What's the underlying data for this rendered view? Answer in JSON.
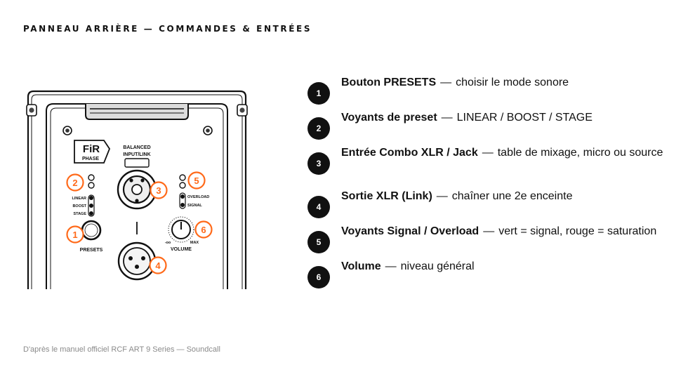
{
  "title": "PANNEAU ARRIÈRE — COMMANDES & ENTRÉES",
  "colors": {
    "accent": "#ff6a1a",
    "ink": "#111111",
    "muted": "#8a8a8a"
  },
  "panel": {
    "logo_top": "FiR",
    "logo_bottom": "PHASE",
    "input_label_1": "BALANCED",
    "input_label_2": "INPUT/LINK",
    "preset_leds": [
      "LINEAR",
      "BOOST",
      "STAGE"
    ],
    "presets_label": "PRESETS",
    "status_leds": [
      "OVERLOAD",
      "SIGNAL"
    ],
    "volume_label": "VOLUME",
    "volume_min": "-oo",
    "volume_max": "MAX"
  },
  "callouts": [
    "1",
    "2",
    "3",
    "4",
    "5",
    "6"
  ],
  "legend": [
    {
      "num": "1",
      "title": "Bouton PRESETS",
      "sep": "—",
      "desc": "choisir le mode sonore"
    },
    {
      "num": "2",
      "title": "Voyants de preset",
      "sep": "—",
      "desc": "LINEAR / BOOST / STAGE"
    },
    {
      "num": "3",
      "title": "Entrée Combo XLR / Jack",
      "sep": "—",
      "desc": "table de mixage, micro ou source"
    },
    {
      "num": "4",
      "title": "Sortie XLR (Link)",
      "sep": "—",
      "desc": "chaîner une 2e enceinte"
    },
    {
      "num": "5",
      "title": "Voyants Signal / Overload",
      "sep": "—",
      "desc": "vert = signal, rouge = saturation"
    },
    {
      "num": "6",
      "title": "Volume",
      "sep": "—",
      "desc": "niveau général"
    }
  ],
  "footer": "D'après le manuel officiel RCF ART 9 Series — Soundcall"
}
